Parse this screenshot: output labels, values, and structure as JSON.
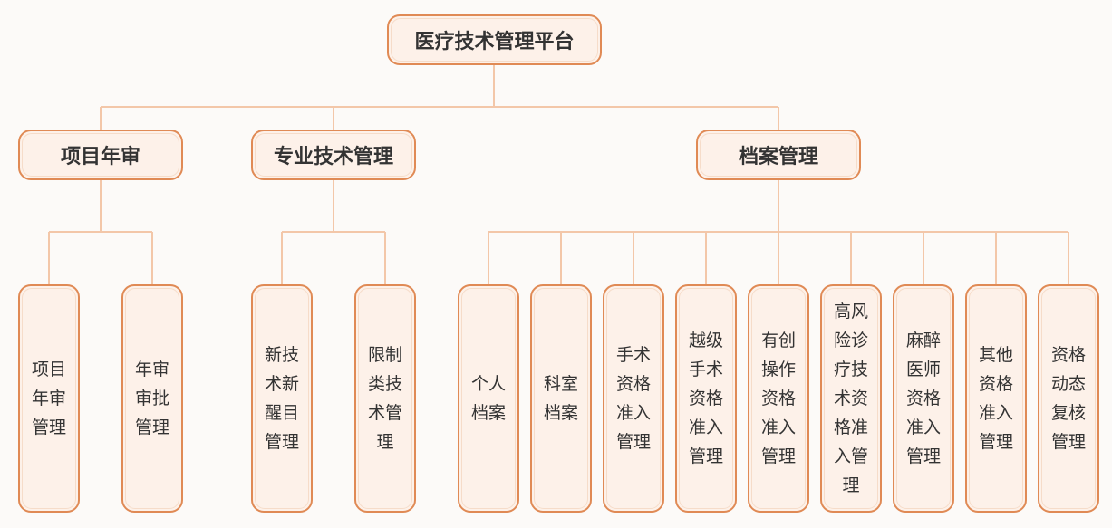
{
  "root": "医疗技术管理平台",
  "categories": [
    {
      "label": "项目年审",
      "children": [
        "项目\n年审\n管理",
        "年审\n审批\n管理"
      ]
    },
    {
      "label": "专业技术管理",
      "children": [
        "新技\n术新\n醒目\n管理",
        "限制\n类技\n术管\n理"
      ]
    },
    {
      "label": "档案管理",
      "children": [
        "个人\n档案",
        "科室\n档案",
        "手术\n资格\n准入\n管理",
        "越级\n手术\n资格\n准入\n管理",
        "有创\n操作\n资格\n准入\n管理",
        "高风\n险诊\n疗技\n术资\n格准\n入管\n理",
        "麻醉\n医师\n资格\n准入\n管理",
        "其他\n资格\n准入\n管理",
        "资格\n动态\n复核\n管理"
      ]
    }
  ],
  "colors": {
    "border": "#e08a55",
    "fill": "#fdf1e9",
    "connector": "#f3c7a9",
    "background": "#fcfaf8"
  }
}
